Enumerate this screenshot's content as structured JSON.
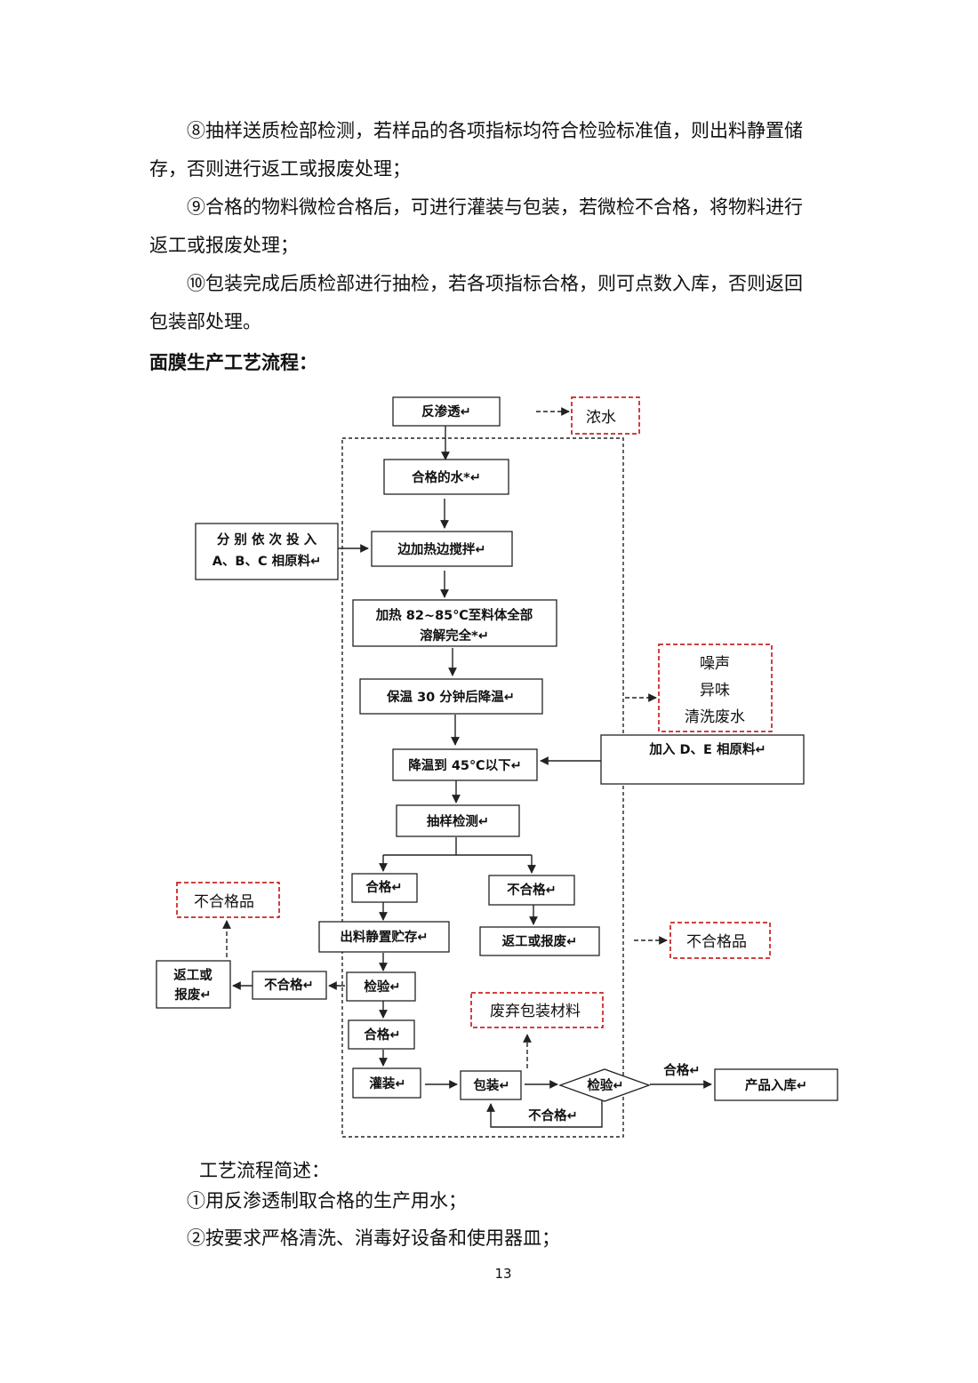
{
  "intro": {
    "p8": {
      "line1": "⑧抽样送质检部检测，若样品的各项指标均符合检验标准值，则出料静置储",
      "line2": "存，否则进行返工或报废处理；"
    },
    "p9": {
      "line1": "⑨合格的物料微检合格后，可进行灌装与包装，若微检不合格，将物料进行",
      "line2": "返工或报废处理；"
    },
    "p10": {
      "line1": "⑩包装完成后质检部进行抽检，若各项指标合格，则可点数入库，否则返回",
      "line2": "包装部处理。"
    }
  },
  "heading": "面膜生产工艺流程：",
  "flowchart": {
    "ro": "反渗透↵",
    "brine": "浓水",
    "qualified_water": "合格的水*↵",
    "add_abc_line1": "分 别 依 次 投 入",
    "add_abc_line2": "A、B、C 相原料↵",
    "heat_stir": "边加热边搅拌↵",
    "heat_line1": "加热 82~85℃至料体全部",
    "heat_line2": "溶解完全*↵",
    "keep_warm": "保温 30 分钟后降温↵",
    "pollutant_1": "噪声",
    "pollutant_2": "异味",
    "pollutant_3": "清洗废水",
    "add_de": "加入 D、E 相原料↵",
    "cool": "降温到 45℃以下↵",
    "sample_test": "抽样检测↵",
    "pass_1": "合格↵",
    "fail_1": "不合格↵",
    "rework_1": "返工或报废↵",
    "reject_1": "不合格品",
    "store": "出料静置贮存↵",
    "reject_2": "不合格品",
    "rework_2_line1": "返工或",
    "rework_2_line2": "报废↵",
    "fail_2": "不合格↵",
    "inspect_1": "检验↵",
    "pass_2": "合格↵",
    "fill": "灌装↵",
    "pack": "包装↵",
    "waste_pack": "废弃包装材料",
    "inspect_2": "检验↵",
    "pass_3": "合格↵",
    "fail_3": "不合格↵",
    "warehouse": "产品入库↵"
  },
  "summary": {
    "title": "工艺流程简述：",
    "s1": "①用反渗透制取合格的生产用水；",
    "s2": "②按要求严格清洗、消毒好设备和使用器皿；"
  },
  "page_number": "13"
}
